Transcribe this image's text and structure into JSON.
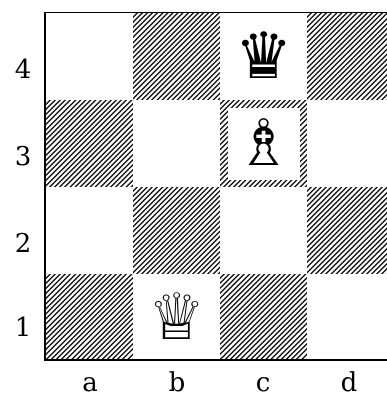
{
  "ranks": [
    "4",
    "3",
    "2",
    "1"
  ],
  "files": [
    "a",
    "b",
    "c",
    "d"
  ],
  "pieces": {
    "c4": {
      "glyph": "♛",
      "name": "black-queen"
    },
    "c3": {
      "glyph": "♗",
      "name": "white-bishop"
    },
    "b1": {
      "glyph": "♕",
      "name": "white-queen"
    }
  }
}
